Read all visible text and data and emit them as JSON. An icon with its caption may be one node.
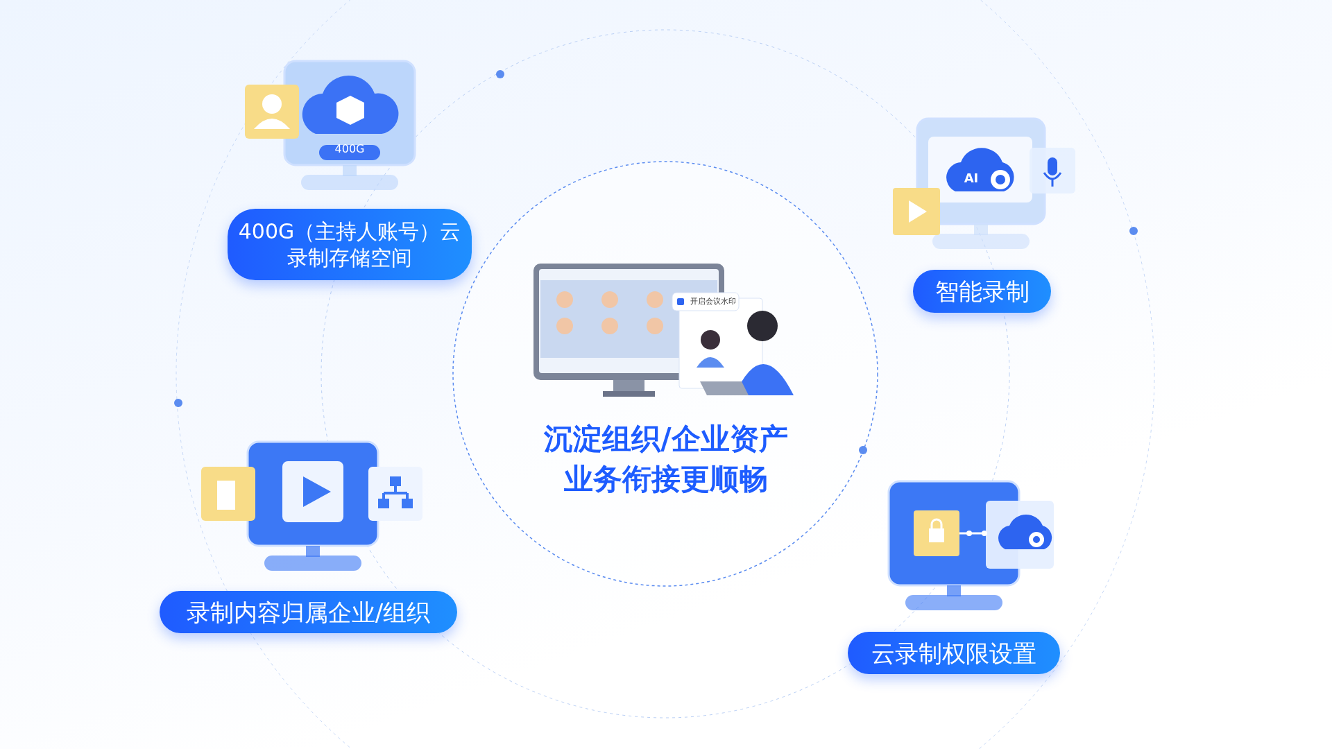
{
  "diagram": {
    "nodes": [
      {
        "text": [
          "沉淀组织/企业资产",
          "业务衔接更顺畅"
        ]
      },
      {
        "text": [
          "400G（主持人账号）云录制存储空间"
        ]
      },
      {
        "text": [
          "智能录制"
        ]
      },
      {
        "text": [
          "录制内容归属企业/组织"
        ]
      },
      {
        "text": [
          "云录制权限设置"
        ]
      }
    ],
    "labels": [
      "400G",
      "AI",
      "开启会议水印"
    ]
  }
}
